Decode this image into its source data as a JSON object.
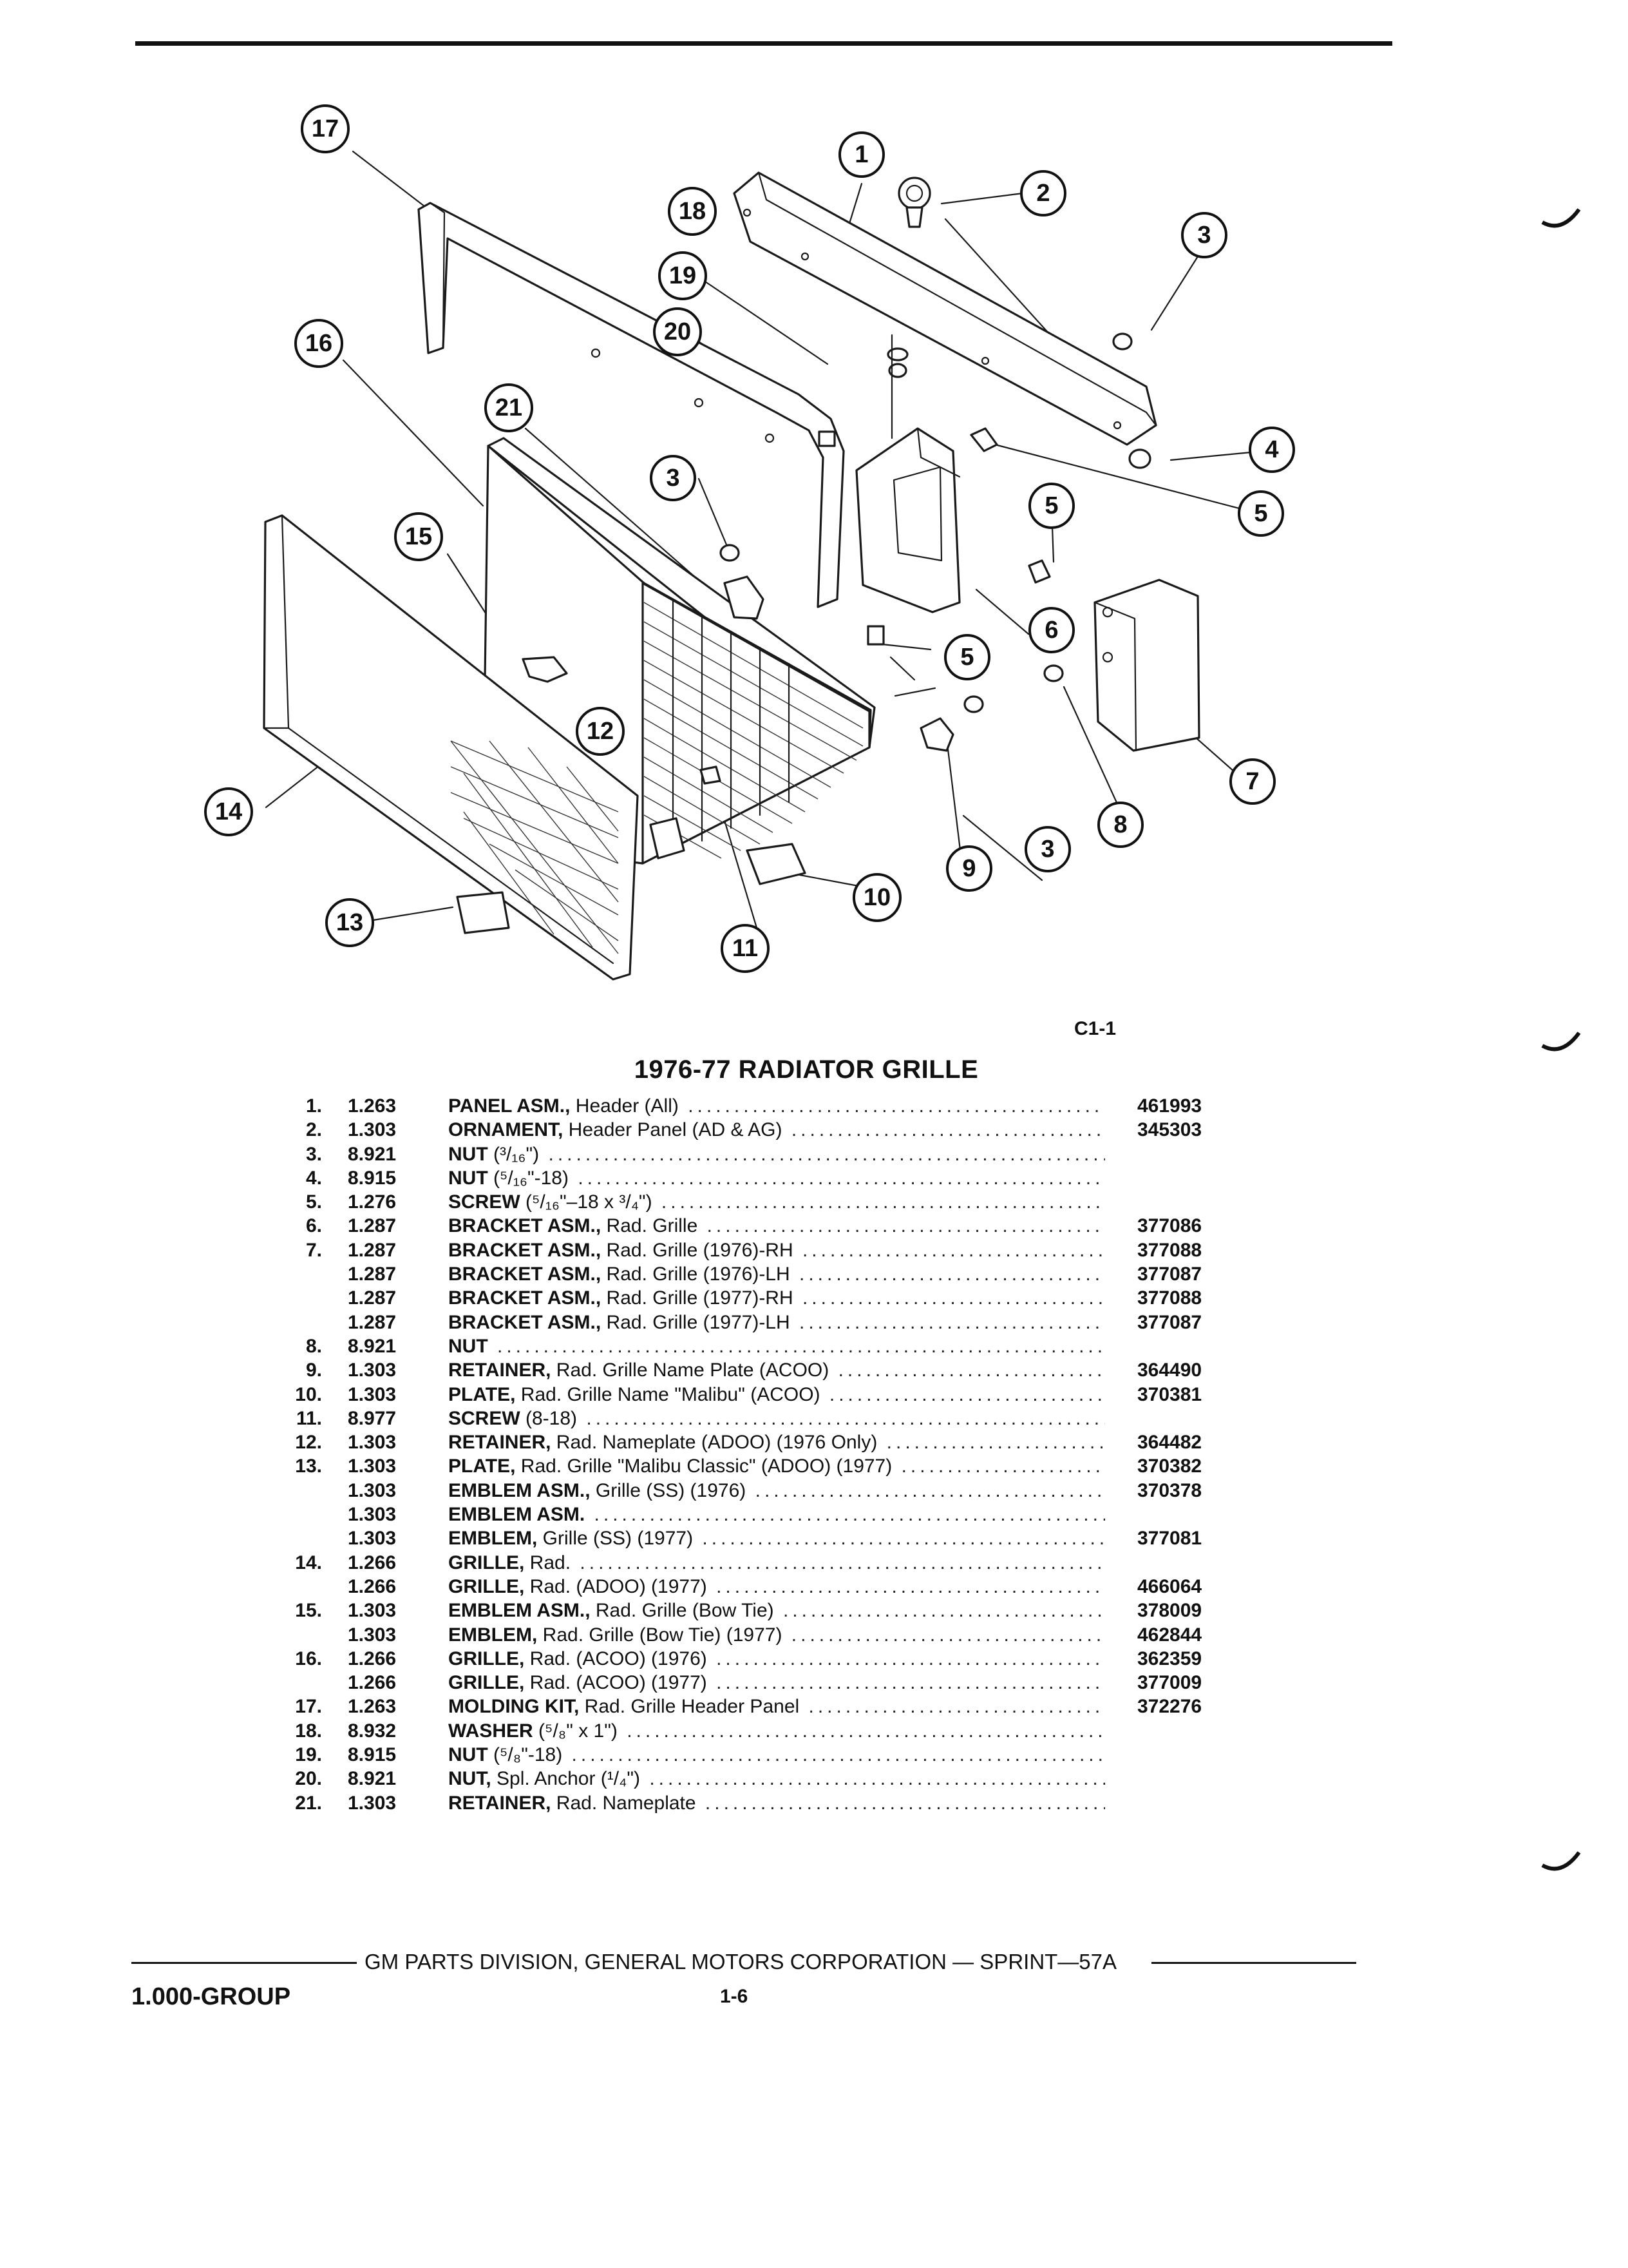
{
  "figure_id": "C1-1",
  "title": "1976-77 RADIATOR GRILLE",
  "callouts": [
    "1",
    "2",
    "3",
    "4",
    "5",
    "6",
    "7",
    "8",
    "9",
    "10",
    "11",
    "12",
    "13",
    "14",
    "15",
    "16",
    "17",
    "18",
    "19",
    "20",
    "21"
  ],
  "parts": [
    {
      "num": "1.",
      "group": "1.263",
      "name": "PANEL ASM.,",
      "detail": " Header (All)",
      "part_no": "461993"
    },
    {
      "num": "2.",
      "group": "1.303",
      "name": "ORNAMENT,",
      "detail": " Header Panel (AD & AG)",
      "part_no": "345303"
    },
    {
      "num": "3.",
      "group": "8.921",
      "name": "NUT",
      "detail": " (³/₁₆\")",
      "part_no": ""
    },
    {
      "num": "4.",
      "group": "8.915",
      "name": "NUT",
      "detail": " (⁵/₁₆\"-18)",
      "part_no": ""
    },
    {
      "num": "5.",
      "group": "1.276",
      "name": "SCREW",
      "detail": " (⁵/₁₆\"–18 x ³/₄\")",
      "part_no": ""
    },
    {
      "num": "6.",
      "group": "1.287",
      "name": "BRACKET ASM.,",
      "detail": " Rad. Grille",
      "part_no": "377086"
    },
    {
      "num": "7.",
      "group": "1.287",
      "name": "BRACKET ASM.,",
      "detail": " Rad. Grille (1976)-RH",
      "part_no": "377088"
    },
    {
      "num": "",
      "group": "1.287",
      "name": "BRACKET ASM.,",
      "detail": " Rad. Grille (1976)-LH",
      "part_no": "377087"
    },
    {
      "num": "",
      "group": "1.287",
      "name": "BRACKET ASM.,",
      "detail": " Rad. Grille (1977)-RH",
      "part_no": "377088"
    },
    {
      "num": "",
      "group": "1.287",
      "name": "BRACKET ASM.,",
      "detail": " Rad. Grille (1977)-LH",
      "part_no": "377087"
    },
    {
      "num": "8.",
      "group": "8.921",
      "name": "NUT",
      "detail": "",
      "part_no": ""
    },
    {
      "num": "9.",
      "group": "1.303",
      "name": "RETAINER,",
      "detail": " Rad. Grille Name Plate (ACOO)",
      "part_no": "364490"
    },
    {
      "num": "10.",
      "group": "1.303",
      "name": "PLATE,",
      "detail": " Rad. Grille Name \"Malibu\" (ACOO)",
      "part_no": "370381"
    },
    {
      "num": "11.",
      "group": "8.977",
      "name": "SCREW",
      "detail": " (8-18)",
      "part_no": ""
    },
    {
      "num": "12.",
      "group": "1.303",
      "name": "RETAINER,",
      "detail": " Rad. Nameplate (ADOO) (1976 Only)",
      "part_no": "364482"
    },
    {
      "num": "13.",
      "group": "1.303",
      "name": "PLATE,",
      "detail": " Rad. Grille \"Malibu Classic\" (ADOO) (1977)",
      "part_no": "370382"
    },
    {
      "num": "",
      "group": "1.303",
      "name": "EMBLEM ASM.,",
      "detail": " Grille (SS) (1976)",
      "part_no": "370378"
    },
    {
      "num": "",
      "group": "1.303",
      "name": "EMBLEM ASM.",
      "detail": "",
      "part_no": ""
    },
    {
      "num": "",
      "group": "1.303",
      "name": "EMBLEM,",
      "detail": " Grille (SS) (1977)",
      "part_no": "377081"
    },
    {
      "num": "14.",
      "group": "1.266",
      "name": "GRILLE,",
      "detail": " Rad.",
      "part_no": ""
    },
    {
      "num": "",
      "group": "1.266",
      "name": "GRILLE,",
      "detail": " Rad. (ADOO) (1977)",
      "part_no": "466064"
    },
    {
      "num": "15.",
      "group": "1.303",
      "name": "EMBLEM ASM.,",
      "detail": " Rad. Grille (Bow Tie)",
      "part_no": "378009"
    },
    {
      "num": "",
      "group": "1.303",
      "name": "EMBLEM,",
      "detail": " Rad. Grille (Bow Tie) (1977)",
      "part_no": "462844"
    },
    {
      "num": "16.",
      "group": "1.266",
      "name": "GRILLE,",
      "detail": " Rad. (ACOO) (1976)",
      "part_no": "362359"
    },
    {
      "num": "",
      "group": "1.266",
      "name": "GRILLE,",
      "detail": " Rad. (ACOO) (1977)",
      "part_no": "377009"
    },
    {
      "num": "17.",
      "group": "1.263",
      "name": "MOLDING KIT,",
      "detail": " Rad. Grille Header Panel",
      "part_no": "372276"
    },
    {
      "num": "18.",
      "group": "8.932",
      "name": "WASHER",
      "detail": " (⁵/₈\" x 1\")",
      "part_no": ""
    },
    {
      "num": "19.",
      "group": "8.915",
      "name": "NUT",
      "detail": " (⁵/₈\"-18)",
      "part_no": ""
    },
    {
      "num": "20.",
      "group": "8.921",
      "name": "NUT,",
      "detail": " Spl. Anchor (¹/₄\")",
      "part_no": ""
    },
    {
      "num": "21.",
      "group": "1.303",
      "name": "RETAINER,",
      "detail": " Rad. Nameplate",
      "part_no": ""
    }
  ],
  "footer": {
    "division": "GM PARTS DIVISION, GENERAL MOTORS CORPORATION — SPRINT—57A",
    "group": "1.000-GROUP",
    "page": "1-6"
  }
}
